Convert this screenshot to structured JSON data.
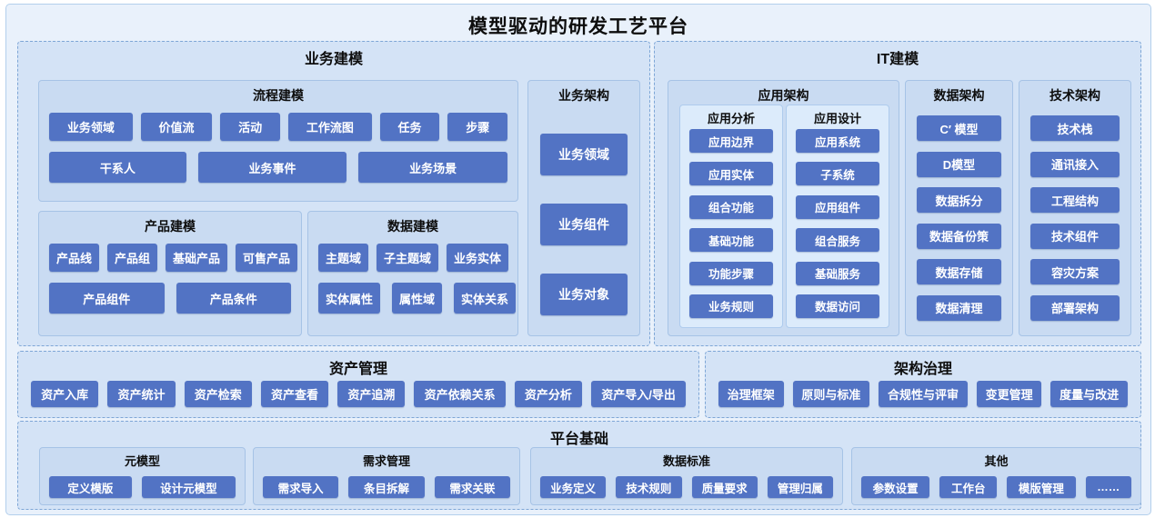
{
  "title": "模型驱动的研发工艺平台",
  "colors": {
    "panel_bg": "#e9f1fb",
    "section_bg": "#d4e3f6",
    "group_bg": "#c9dbf2",
    "subgroup_bg": "#dcebfb",
    "button": "#5273c4",
    "button_text": "#ffffff"
  },
  "business_modeling": {
    "title": "业务建模",
    "process": {
      "title": "流程建模",
      "row1": [
        "业务领域",
        "价值流",
        "活动",
        "工作流图",
        "任务",
        "步骤"
      ],
      "row2": [
        "干系人",
        "业务事件",
        "业务场景"
      ]
    },
    "business_arch": {
      "title": "业务架构",
      "items": [
        "业务领域",
        "业务组件",
        "业务对象"
      ]
    },
    "product": {
      "title": "产品建模",
      "row1": [
        "产品线",
        "产品组",
        "基础产品",
        "可售产品"
      ],
      "row2": [
        "产品组件",
        "产品条件"
      ]
    },
    "data": {
      "title": "数据建模",
      "row1": [
        "主题域",
        "子主题域",
        "业务实体"
      ],
      "row2": [
        "实体属性",
        "属性域",
        "实体关系"
      ]
    }
  },
  "it_modeling": {
    "title": "IT建模",
    "app_arch": {
      "title": "应用架构",
      "analysis": {
        "title": "应用分析",
        "items": [
          "应用边界",
          "应用实体",
          "组合功能",
          "基础功能",
          "功能步骤",
          "业务规则"
        ]
      },
      "design": {
        "title": "应用设计",
        "items": [
          "应用系统",
          "子系统",
          "应用组件",
          "组合服务",
          "基础服务",
          "数据访问"
        ]
      }
    },
    "data_arch": {
      "title": "数据架构",
      "items": [
        "C′ 模型",
        "D模型",
        "数据拆分",
        "数据备份策",
        "数据存储",
        "数据清理"
      ]
    },
    "tech_arch": {
      "title": "技术架构",
      "items": [
        "技术栈",
        "通讯接入",
        "工程结构",
        "技术组件",
        "容灾方案",
        "部署架构"
      ]
    }
  },
  "asset_management": {
    "title": "资产管理",
    "items": [
      "资产入库",
      "资产统计",
      "资产检索",
      "资产查看",
      "资产追溯",
      "资产依赖关系",
      "资产分析",
      "资产导入/导出"
    ]
  },
  "governance": {
    "title": "架构治理",
    "items": [
      "治理框架",
      "原则与标准",
      "合规性与评审",
      "变更管理",
      "度量与改进"
    ]
  },
  "platform_base": {
    "title": "平台基础",
    "meta_model": {
      "title": "元模型",
      "items": [
        "定义模版",
        "设计元模型"
      ]
    },
    "requirement": {
      "title": "需求管理",
      "items": [
        "需求导入",
        "条目拆解",
        "需求关联"
      ]
    },
    "data_standard": {
      "title": "数据标准",
      "items": [
        "业务定义",
        "技术规则",
        "质量要求",
        "管理归属"
      ]
    },
    "others": {
      "title": "其他",
      "items": [
        "参数设置",
        "工作台",
        "模版管理",
        "……"
      ]
    }
  }
}
